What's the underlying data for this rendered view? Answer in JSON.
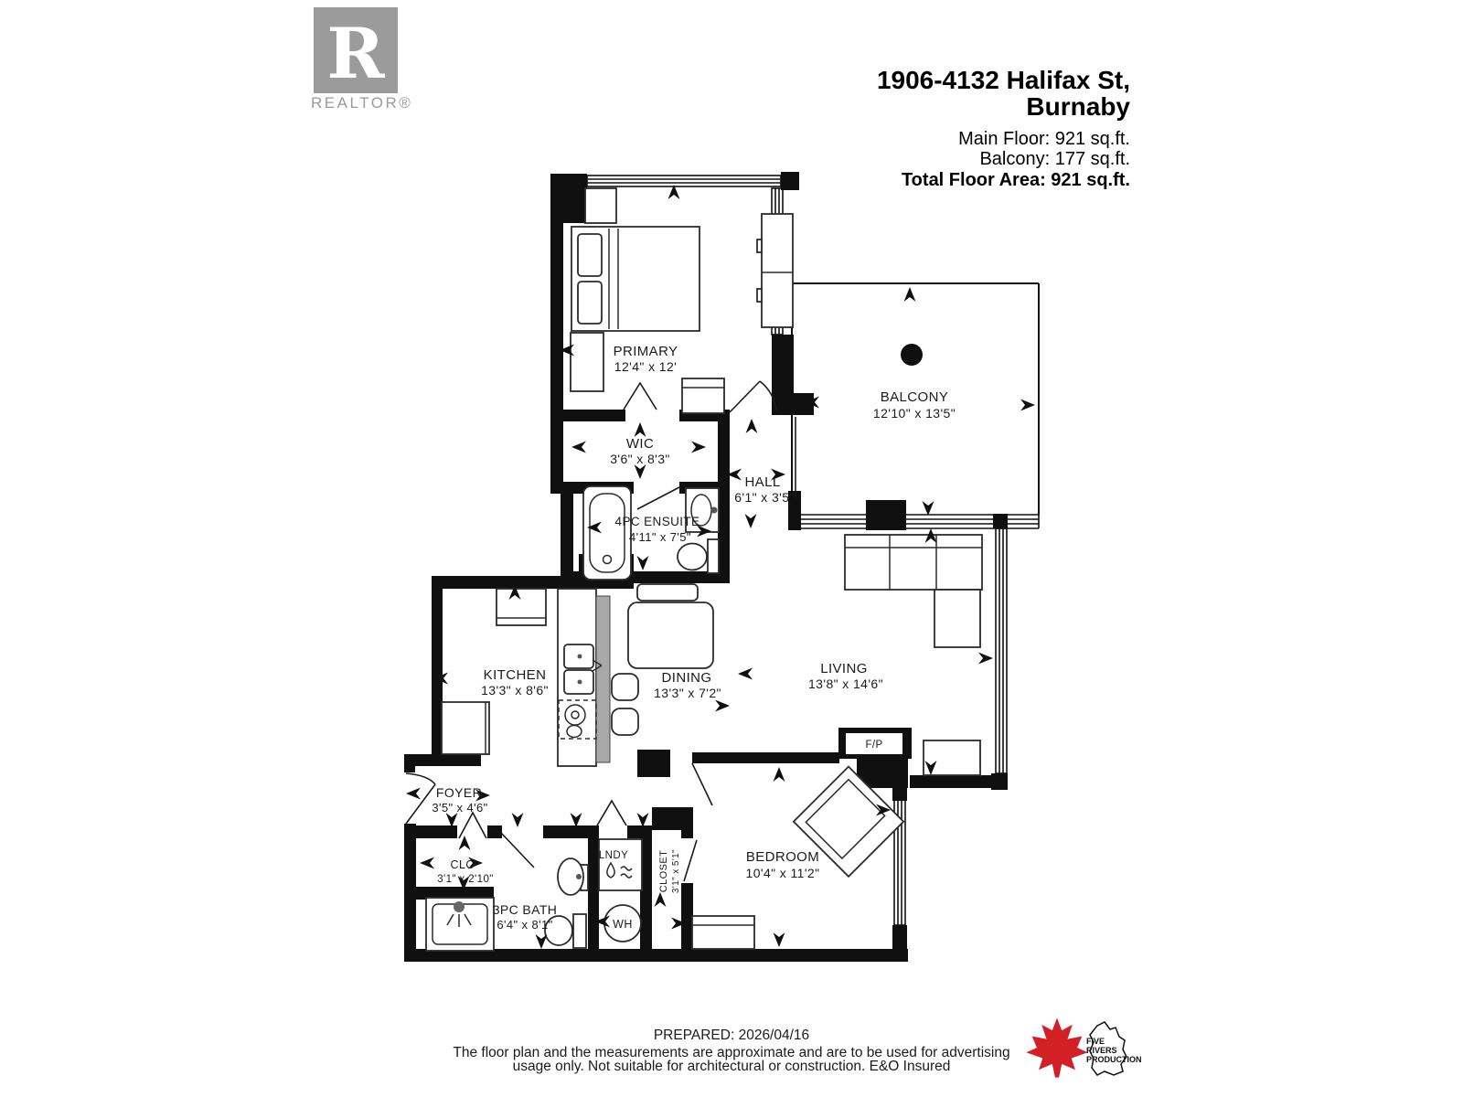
{
  "header": {
    "realtor": {
      "letter": "R",
      "label": "REALTOR®"
    },
    "address_line1": "1906-4132 Halifax St,",
    "address_line2": "Burnaby",
    "main_floor": "Main Floor: 921 sq.ft.",
    "balcony_area": "Balcony: 177 sq.ft.",
    "total_area": "Total Floor Area: 921 sq.ft."
  },
  "rooms": {
    "primary": {
      "name": "PRIMARY",
      "dims": "12'4\" x 12'"
    },
    "wic": {
      "name": "WIC",
      "dims": "3'6\" x 8'3\""
    },
    "ensuite": {
      "name": "4PC ENSUITE",
      "dims": "4'11\" x 7'5\""
    },
    "hall": {
      "name": "HALL",
      "dims": "6'1\" x 3'5\""
    },
    "balcony": {
      "name": "BALCONY",
      "dims": "12'10\" x 13'5\""
    },
    "kitchen": {
      "name": "KITCHEN",
      "dims": "13'3\" x 8'6\""
    },
    "dining": {
      "name": "DINING",
      "dims": "13'3\" x 7'2\""
    },
    "living": {
      "name": "LIVING",
      "dims": "13'8\" x 14'6\""
    },
    "foyer": {
      "name": "FOYER",
      "dims": "3'5\" x 4'6\""
    },
    "clo": {
      "name": "CLO",
      "dims": "3'1\" x 2'10\""
    },
    "bath": {
      "name": "3PC BATH",
      "dims": "6'4\" x 8'1\""
    },
    "lndy": {
      "name": "LNDY"
    },
    "closet": {
      "name": "CLOSET",
      "dims": "3'1\" x 5'1\""
    },
    "bedroom": {
      "name": "BEDROOM",
      "dims": "10'4\" x 11'2\""
    }
  },
  "fixtures": {
    "water_heater": "WH",
    "fireplace": "F/P"
  },
  "footer": {
    "prepared": "PREPARED: 2026/04/16",
    "disclaimer_line1": "The floor plan and the measurements are approximate and are to be used for advertising",
    "disclaimer_line2": "usage only. Not suitable for architectural or construction. E&O Insured",
    "production": {
      "line1": "FIVE",
      "line2": "RIVERS",
      "line3": "PRODUCTION"
    }
  }
}
